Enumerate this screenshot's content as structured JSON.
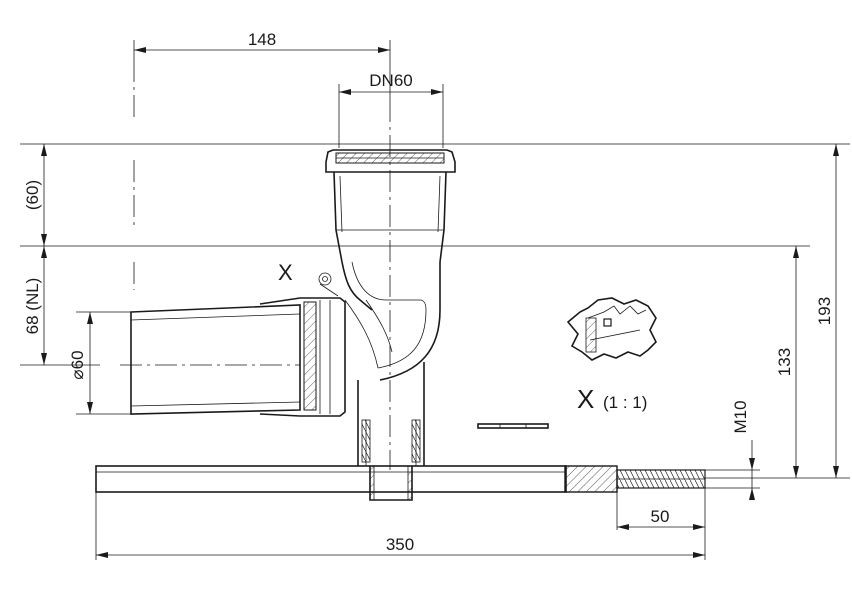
{
  "labels": {
    "dim_148": "148",
    "dim_dn60": "DN60",
    "dim_60_paren": "(60)",
    "dim_68_nl": "68 (NL)",
    "dim_phi60": "⌀60",
    "dim_193": "193",
    "dim_133": "133",
    "dim_m10": "M10",
    "dim_50": "50",
    "dim_350": "350",
    "detail_marker": "X",
    "detail_label": "X",
    "detail_scale": "(1 : 1)"
  }
}
